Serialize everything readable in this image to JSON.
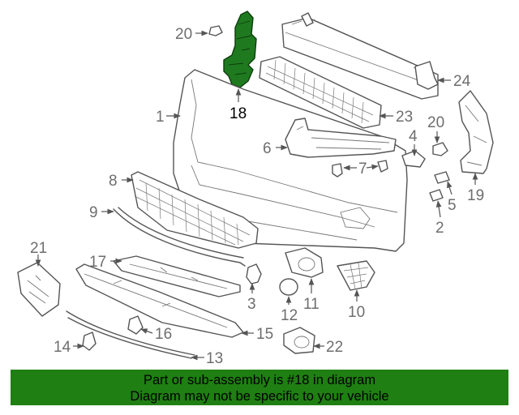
{
  "diagram": {
    "highlighted_part": "18",
    "highlight_color": "#1f7f12",
    "callouts": [
      "1",
      "2",
      "3",
      "4",
      "5",
      "6",
      "7",
      "8",
      "9",
      "10",
      "11",
      "12",
      "13",
      "14",
      "15",
      "16",
      "17",
      "18",
      "19",
      "20",
      "20",
      "21",
      "22",
      "23",
      "24"
    ]
  },
  "labels": {
    "p1": "1",
    "p2": "2",
    "p3": "3",
    "p4": "4",
    "p5": "5",
    "p6": "6",
    "p7": "7",
    "p8": "8",
    "p9": "9",
    "p10": "10",
    "p11": "11",
    "p12": "12",
    "p13": "13",
    "p14": "14",
    "p15": "15",
    "p16": "16",
    "p17": "17",
    "p18": "18",
    "p19": "19",
    "p20a": "20",
    "p20b": "20",
    "p21": "21",
    "p22": "22",
    "p23": "23",
    "p24": "24"
  },
  "banner": {
    "line1": "Part or sub-assembly is #18 in diagram",
    "line2": "Diagram may not be specific to your vehicle"
  }
}
